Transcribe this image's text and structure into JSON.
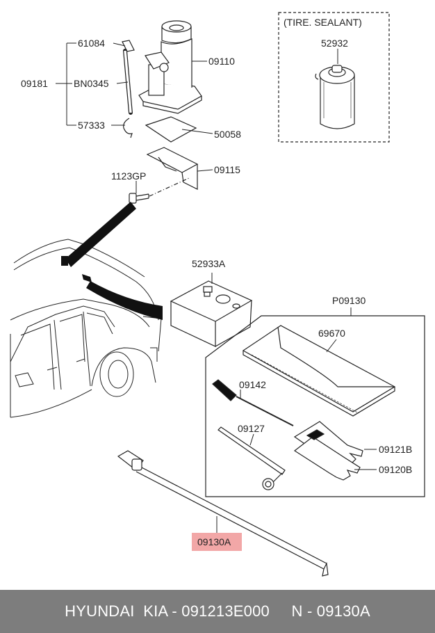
{
  "labels": {
    "p61084": "61084",
    "p09181": "09181",
    "bn0345": "BN0345",
    "p57333": "57333",
    "p09110": "09110",
    "p50058": "50058",
    "p09115": "09115",
    "p1123gp": "1123GP",
    "sealant_title": "(TIRE. SEALANT)",
    "p52932": "52932",
    "p52933a": "52933A",
    "p09130": "P09130",
    "p69670": "69670",
    "p09142": "09142",
    "p09127": "09127",
    "p09121b": "09121B",
    "p09120b": "09120B",
    "p09130a": "09130A"
  },
  "footer": {
    "text": "HYUNDAI  KIA - 091213E000     N - 09130A"
  },
  "colors": {
    "highlight": "#f2a7a7",
    "footer_bg": "#7d7d7d",
    "line": "#222222"
  }
}
